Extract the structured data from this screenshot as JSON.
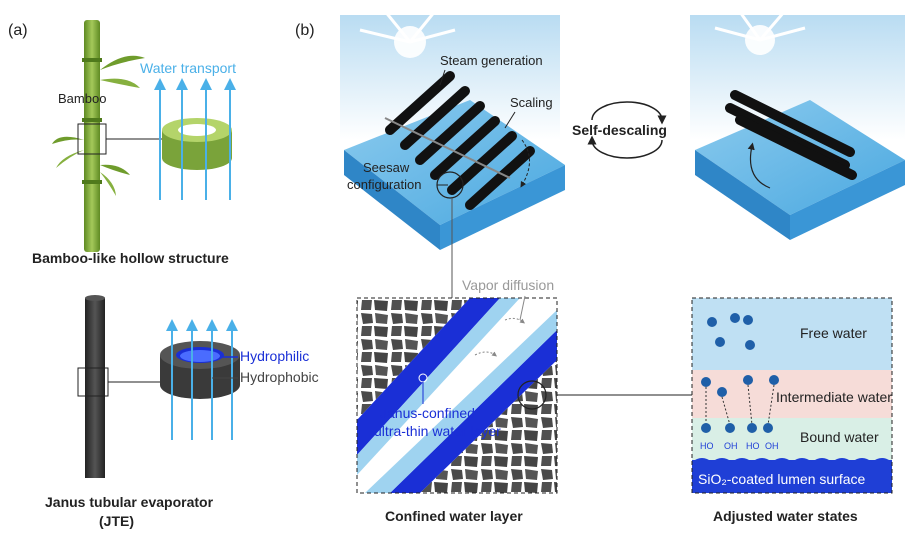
{
  "panels": {
    "a": "(a)",
    "b": "(b)"
  },
  "left": {
    "bamboo_label": "Bamboo",
    "water_transport": "Water transport",
    "bamboo_caption": "Bamboo-like hollow structure",
    "hydrophilic": "Hydrophilic",
    "hydrophobic": "Hydrophobic",
    "jte_caption_line1": "Janus tubular evaporator",
    "jte_caption_line2": "(JTE)"
  },
  "right": {
    "steam_generation": "Steam generation",
    "scaling": "Scaling",
    "seesaw_line1": "Seesaw",
    "seesaw_line2": "configuration",
    "self_descaling": "Self-descaling",
    "vapor_diffusion": "Vapor diffusion",
    "janus_line1": "Janus-confined",
    "janus_line2": "ultra-thin water layer",
    "confined_caption": "Confined water layer",
    "free_water": "Free water",
    "intermediate_water": "Intermediate water",
    "bound_water": "Bound water",
    "sio2_surface": "SiO₂-coated lumen surface",
    "ho_label": "HO",
    "oh_label": "OH",
    "adjusted_caption": "Adjusted water states"
  },
  "colors": {
    "water_blue": "#4ab0e8",
    "hydrophilic_blue": "#1a2fd6",
    "bamboo_green": "#7aa33a",
    "tube_dark": "#2b2b2b",
    "free_water_bg": "#bfe0f3",
    "intermediate_bg": "#f6dcd8",
    "bound_bg": "#d9efe6",
    "surface_blue": "#1f3fd6"
  }
}
